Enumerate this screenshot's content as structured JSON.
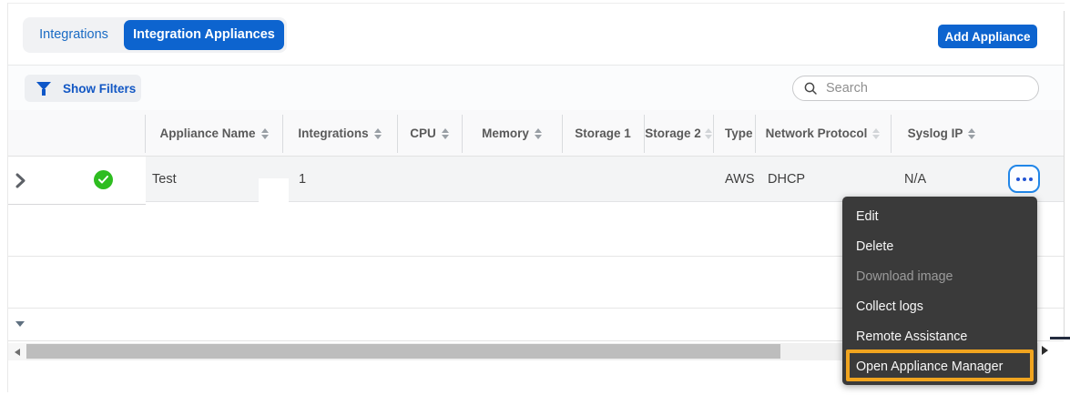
{
  "header": {
    "add_button_label": "Add Appliance"
  },
  "tabs": [
    {
      "label": "Integrations",
      "active": false
    },
    {
      "label": "Integration Appliances",
      "active": true
    }
  ],
  "toolbar": {
    "show_filters_label": "Show Filters",
    "search_placeholder": "Search"
  },
  "table": {
    "columns": [
      {
        "label": "Appliance Name",
        "sortable": true
      },
      {
        "label": "Integrations",
        "sortable": true
      },
      {
        "label": "CPU",
        "sortable": true
      },
      {
        "label": "Memory",
        "sortable": true
      },
      {
        "label": "Storage 1",
        "sortable": false
      },
      {
        "label": "Storage 2",
        "sortable": true
      },
      {
        "label": "Type",
        "sortable": false
      },
      {
        "label": "Network Protocol",
        "sortable": true
      },
      {
        "label": "Syslog IP",
        "sortable": true
      }
    ],
    "rows": [
      {
        "status_icon": "success-check",
        "appliance_name": "Test",
        "integrations": "1",
        "cpu": "",
        "memory": "",
        "storage_1": "",
        "storage_2": "",
        "type": "AWS",
        "network_protocol": "DHCP",
        "syslog_ip": "N/A"
      }
    ]
  },
  "context_menu": {
    "items": [
      {
        "label": "Edit",
        "enabled": true,
        "highlighted": false
      },
      {
        "label": "Delete",
        "enabled": true,
        "highlighted": false
      },
      {
        "label": "Download image",
        "enabled": false,
        "highlighted": false
      },
      {
        "label": "Collect logs",
        "enabled": true,
        "highlighted": false
      },
      {
        "label": "Remote Assistance",
        "enabled": true,
        "highlighted": false
      },
      {
        "label": "Open Appliance Manager",
        "enabled": true,
        "highlighted": true
      }
    ]
  },
  "colors": {
    "primary_blue": "#0d64cf",
    "link_blue": "#1257c4",
    "success_green": "#2ebd20",
    "menu_background": "#3a3a3a",
    "highlight_orange": "#f0a41f",
    "ellipsis_blue": "#2355d4"
  }
}
